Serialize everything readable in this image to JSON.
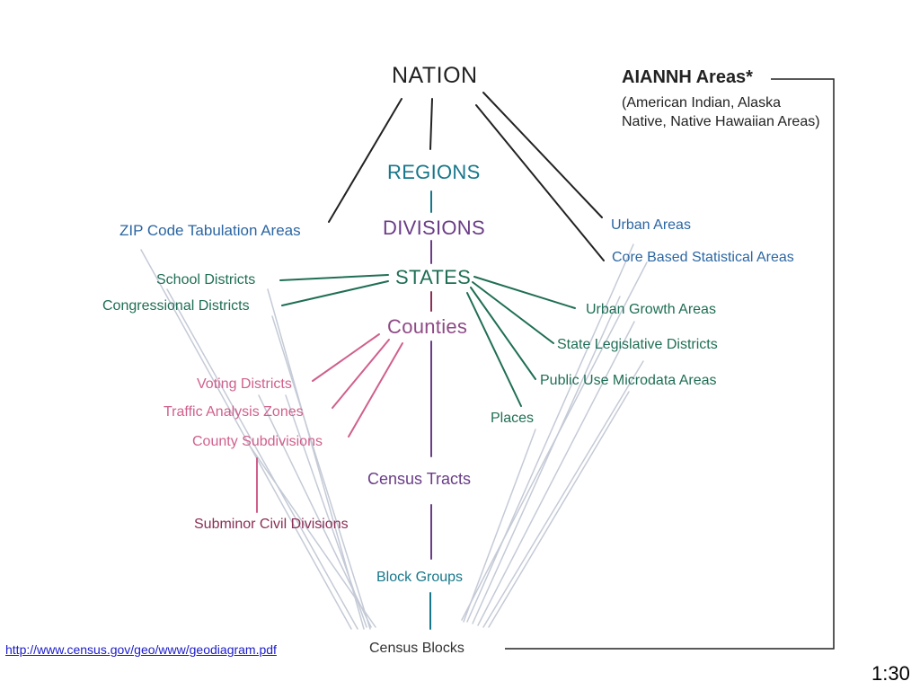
{
  "colors": {
    "black": "#222222",
    "blue": "#2b66a3",
    "teal": "#17778a",
    "purple": "#6a3d86",
    "green": "#1f6e55",
    "pink": "#d0608c",
    "maroon": "#8a2f55",
    "gray": "#c4cad6",
    "link": "#1a1acc"
  },
  "nodes": {
    "nation": "NATION",
    "regions": "REGIONS",
    "divisions": "DIVISIONS",
    "states": "STATES",
    "counties": "Counties",
    "census_tracts": "Census Tracts",
    "block_groups": "Block Groups",
    "census_blocks": "Census Blocks",
    "zcta": "ZIP Code Tabulation Areas",
    "school_districts": "School Districts",
    "congressional_districts": "Congressional Districts",
    "voting_districts": "Voting Districts",
    "traffic_analysis_zones": "Traffic Analysis Zones",
    "county_subdivisions": "County Subdivisions",
    "subminor_civil_divisions": "Subminor Civil Divisions",
    "urban_areas": "Urban Areas",
    "cbsa": "Core Based Statistical Areas",
    "urban_growth_areas": "Urban Growth Areas",
    "state_legislative_districts": "State Legislative Districts",
    "puma": "Public Use Microdata Areas",
    "places": "Places"
  },
  "aiannh": {
    "title": "AIANNH Areas*",
    "description": "(American Indian, Alaska Native, Native Hawaiian Areas)"
  },
  "footer": {
    "source_link": "http://www.census.gov/geo/www/geodiagram.pdf",
    "slide_number": "1:30"
  }
}
